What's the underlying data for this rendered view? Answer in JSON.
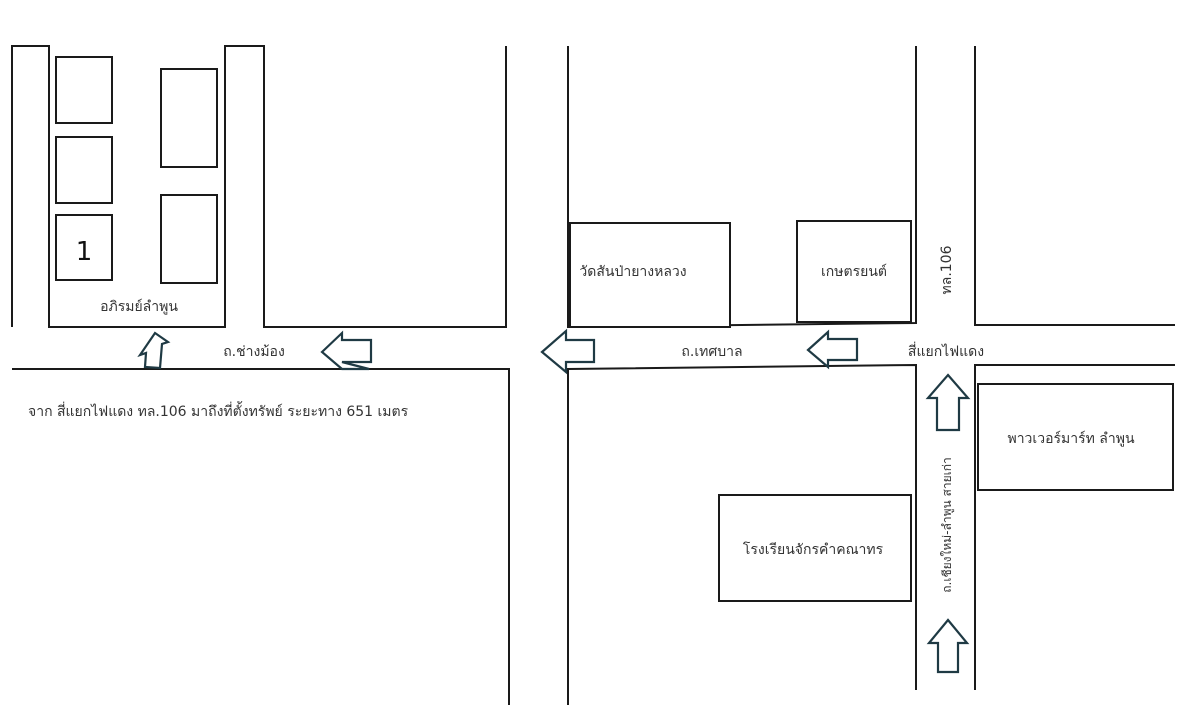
{
  "map": {
    "property_number": "1",
    "landmarks": {
      "aphirom": "อภิรมย์ลำพูน",
      "wat": "วัดสันป่ายางหลวง",
      "kaset": "เกษตรยนต์",
      "powermart": "พาวเวอร์มาร์ท ลำพูน",
      "school": "โรงเรียนจักรคำคณาทร"
    },
    "roads": {
      "chang_mong": "ถ.ช่างม้อง",
      "thetsaban": "ถ.เทศบาล",
      "highway": "ทล.106",
      "intersection": "สี่แยกไฟแดง",
      "chiangmai_lamphun": "ถ.เชียงใหม่-ลำพูน สายเก่า"
    },
    "direction_note": "จาก สี่แยกไฟแดง ทล.106 มาถึงที่ตั้งทรัพย์ ระยะทาง 651 เมตร"
  }
}
